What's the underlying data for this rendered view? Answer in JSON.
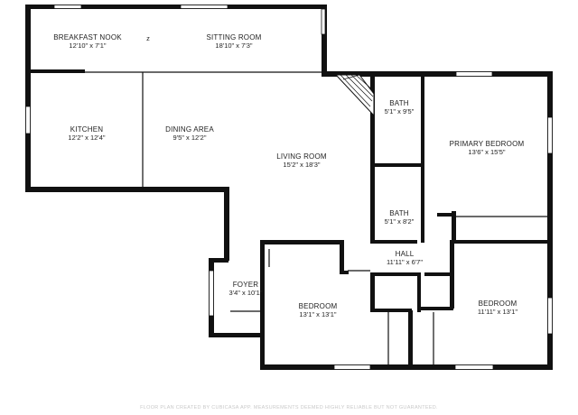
{
  "rooms": {
    "breakfast_nook": {
      "name": "BREAKFAST NOOK",
      "dims": "12'10\" x 7'1\""
    },
    "sitting_room": {
      "name": "SITTING ROOM",
      "dims": "18'10\" x 7'3\""
    },
    "kitchen": {
      "name": "KITCHEN",
      "dims": "12'2\" x 12'4\""
    },
    "dining_area": {
      "name": "DINING AREA",
      "dims": "9'5\" x 12'2\""
    },
    "living_room": {
      "name": "LIVING ROOM",
      "dims": "15'2\" x 18'3\""
    },
    "bath_1": {
      "name": "BATH",
      "dims": "5'1\" x 9'5\""
    },
    "primary_bedroom": {
      "name": "PRIMARY BEDROOM",
      "dims": "13'6\" x 15'5\""
    },
    "bath_2": {
      "name": "BATH",
      "dims": "5'1\" x 8'2\""
    },
    "hall": {
      "name": "HALL",
      "dims": "11'11\" x 6'7\""
    },
    "foyer": {
      "name": "FOYER",
      "dims": "3'4\" x 10'1\""
    },
    "bedroom_1": {
      "name": "BEDROOM",
      "dims": "13'1\" x 13'1\""
    },
    "bedroom_2": {
      "name": "BEDROOM",
      "dims": "11'11\" x 13'1\""
    }
  },
  "footer": "FLOOR PLAN CREATED BY CUBICASA APP. MEASUREMENTS DEEMED HIGHLY RELIABLE BUT NOT GUARANTEED."
}
